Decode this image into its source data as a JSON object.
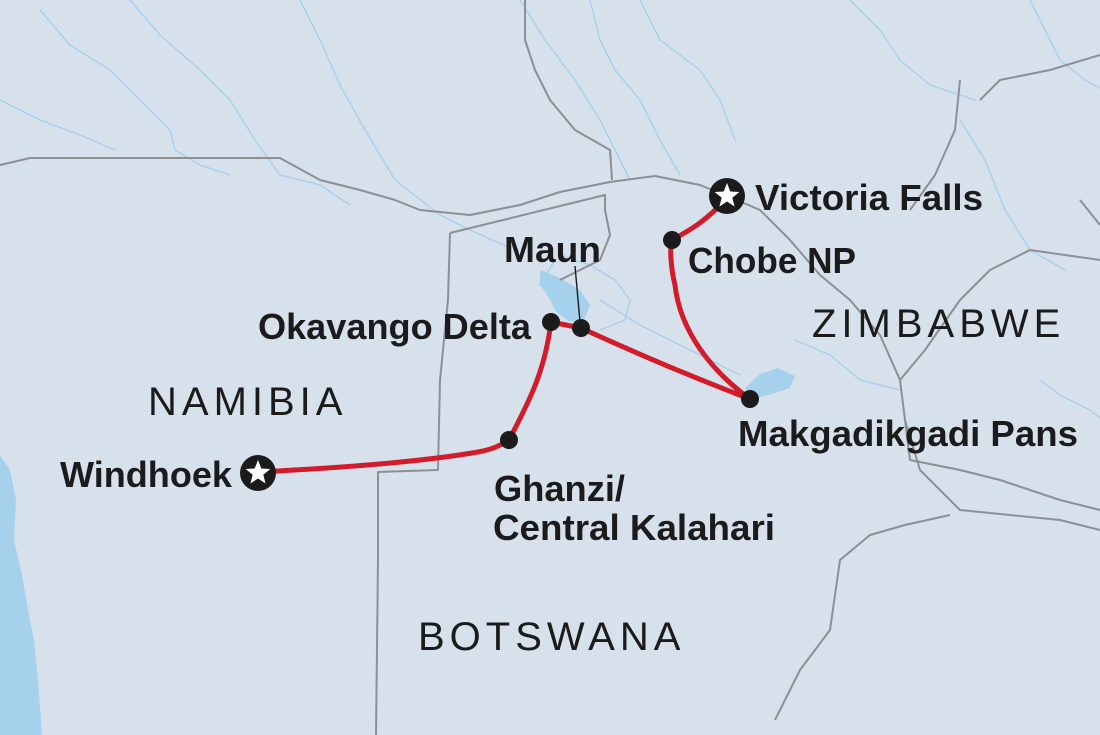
{
  "map": {
    "colors": {
      "land": "#d6e1ec",
      "water": "#a6d1ec",
      "border": "#8d8f93",
      "route": "#d31c2b",
      "marker": "#1b1b1b"
    },
    "countries": [
      {
        "name": "NAMIBIA"
      },
      {
        "name": "BOTSWANA"
      },
      {
        "name": "ZIMBABWE"
      }
    ],
    "places": [
      {
        "name": "Victoria Falls",
        "marker": "star",
        "role": "endpoint"
      },
      {
        "name": "Chobe NP",
        "marker": "dot"
      },
      {
        "name": "Maun",
        "marker": "dot"
      },
      {
        "name": "Okavango Delta",
        "marker": "dot"
      },
      {
        "name": "Makgadikgadi Pans",
        "marker": "dot"
      },
      {
        "name": "Ghanzi/",
        "marker": "dot"
      },
      {
        "name": "Central Kalahari"
      },
      {
        "name": "Windhoek",
        "marker": "star",
        "role": "endpoint"
      }
    ]
  }
}
